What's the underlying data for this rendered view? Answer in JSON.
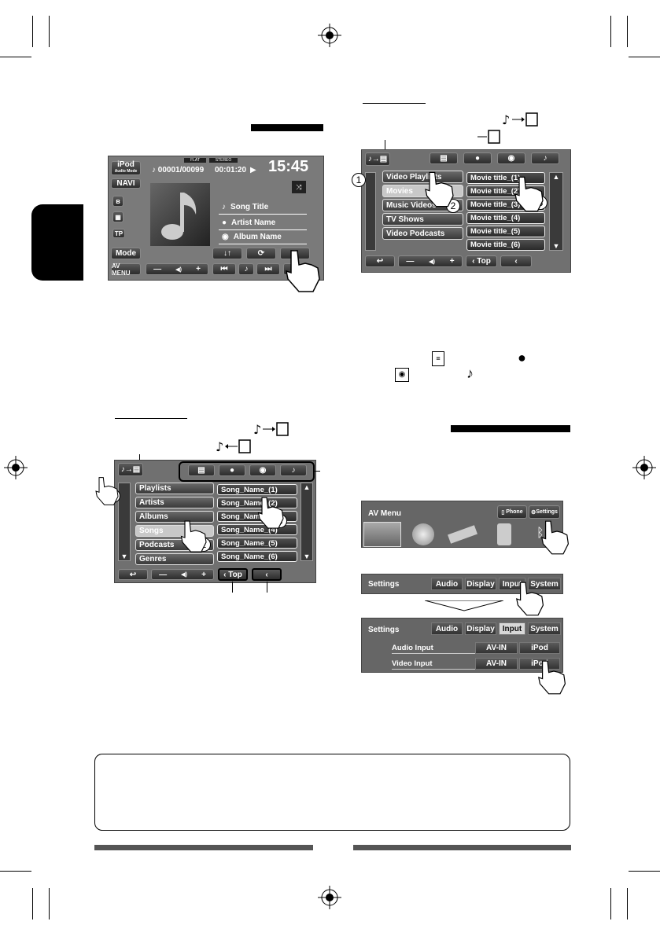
{
  "player": {
    "ipod_btn": "iPod",
    "ipod_sub": "Audio Mode",
    "navi_btn": "NAVI",
    "tp_btn": "TP",
    "mode_btn": "Mode",
    "avmenu_btn": "AV MENU",
    "flat_badge": "FLAT",
    "stereo_badge": "STEREO",
    "track_counter": "00001/00099",
    "elapsed": "00:01:20",
    "clock": "15:45",
    "song_title": "Song Title",
    "artist_name": "Artist Name",
    "album_name": "Album Name"
  },
  "video_menu": {
    "categories": [
      "Video Playlists",
      "Movies",
      "Music Videos",
      "TV Shows",
      "Video Podcasts"
    ],
    "titles": [
      "Movie title_(1)",
      "Movie title_(2)",
      "Movie title_(3)",
      "Movie title_(4)",
      "Movie title_(5)",
      "Movie title_(6)"
    ],
    "top_btn": "Top"
  },
  "music_menu": {
    "categories": [
      "Playlists",
      "Artists",
      "Albums",
      "Songs",
      "Podcasts",
      "Genres"
    ],
    "songs": [
      "Song_Name_(1)",
      "Song_Name_(2)",
      "Song_Name_(3)",
      "Song_Name_(4)",
      "Song_Name_(5)",
      "Song_Name_(6)"
    ],
    "top_btn": "Top"
  },
  "av_menu": {
    "title": "AV Menu",
    "phone_btn": "Phone",
    "settings_btn": "Settings"
  },
  "settings1": {
    "title": "Settings",
    "tabs": [
      "Audio",
      "Display",
      "Input",
      "System"
    ]
  },
  "settings2": {
    "title": "Settings",
    "tabs": [
      "Audio",
      "Display",
      "Input",
      "System"
    ],
    "audio_input_label": "Audio Input",
    "video_input_label": "Video Input",
    "opt_avin": "AV-IN",
    "opt_ipod": "iPod"
  },
  "callouts": [
    "1",
    "2",
    "3"
  ]
}
